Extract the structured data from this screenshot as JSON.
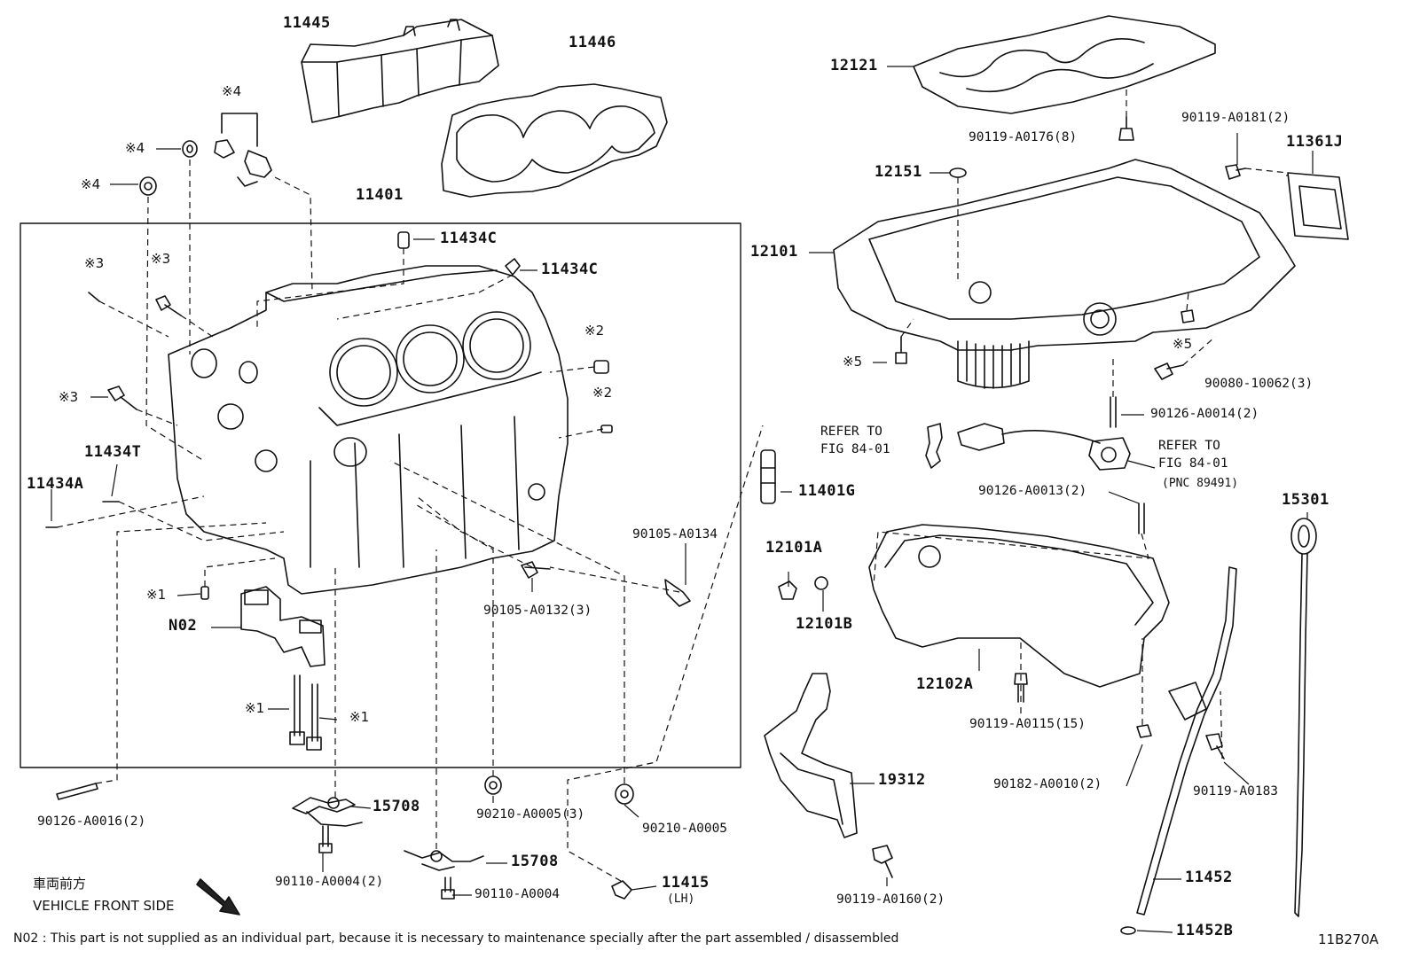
{
  "diagram_id": "11B270A",
  "labels": {
    "l11445": "11445",
    "l11446": "11446",
    "l11401": "11401",
    "l11434C_a": "11434C",
    "l11434C_b": "11434C",
    "l11434T": "11434T",
    "l11434A": "11434A",
    "l11401G": "11401G",
    "lN02": "N02",
    "l15708_a": "15708",
    "l15708_b": "15708",
    "l11415": "11415",
    "l11415_lh": "(LH)",
    "l12121": "12121",
    "l12151": "12151",
    "l12101": "12101",
    "l11361J": "11361J",
    "l12101A": "12101A",
    "l12101B": "12101B",
    "l12102A": "12102A",
    "l19312": "19312",
    "l15301": "15301",
    "l11452": "11452",
    "l11452B": "11452B",
    "p90119_A0176": "90119-A0176(8)",
    "p90119_A0181": "90119-A0181(2)",
    "p90080_10062": "90080-10062(3)",
    "p90126_A0014": "90126-A0014(2)",
    "p90126_A0013": "90126-A0013(2)",
    "p90105_A0134": "90105-A0134",
    "p90105_A0132": "90105-A0132(3)",
    "p90126_A0016": "90126-A0016(2)",
    "p90110_A0004_2": "90110-A0004(2)",
    "p90110_A0004": "90110-A0004",
    "p90210_A0005_3": "90210-A0005(3)",
    "p90210_A0005": "90210-A0005",
    "p90119_A0115": "90119-A0115(15)",
    "p90182_A0010": "90182-A0010(2)",
    "p90119_A0183": "90119-A0183",
    "p90119_A0160": "90119-A0160(2)",
    "refer1_a": "REFER TO",
    "refer1_b": "FIG 84-01",
    "refer2_a": "REFER TO",
    "refer2_b": "FIG 84-01",
    "refer2_c": "(PNC 89491)",
    "m4a": "※4",
    "m4b": "※4",
    "m4c": "※4",
    "m3a": "※3",
    "m3b": "※3",
    "m3c": "※3",
    "m2a": "※2",
    "m2b": "※2",
    "m1a": "※1",
    "m1b": "※1",
    "m1c": "※1",
    "m5a": "※5",
    "m5b": "※5"
  },
  "front_side": {
    "jp": "車両前方",
    "en": "VEHICLE FRONT SIDE"
  },
  "footnote": "N02 : This part is not supplied as an individual part, because it is necessary to maintenance specially after the part assembled / disassembled"
}
